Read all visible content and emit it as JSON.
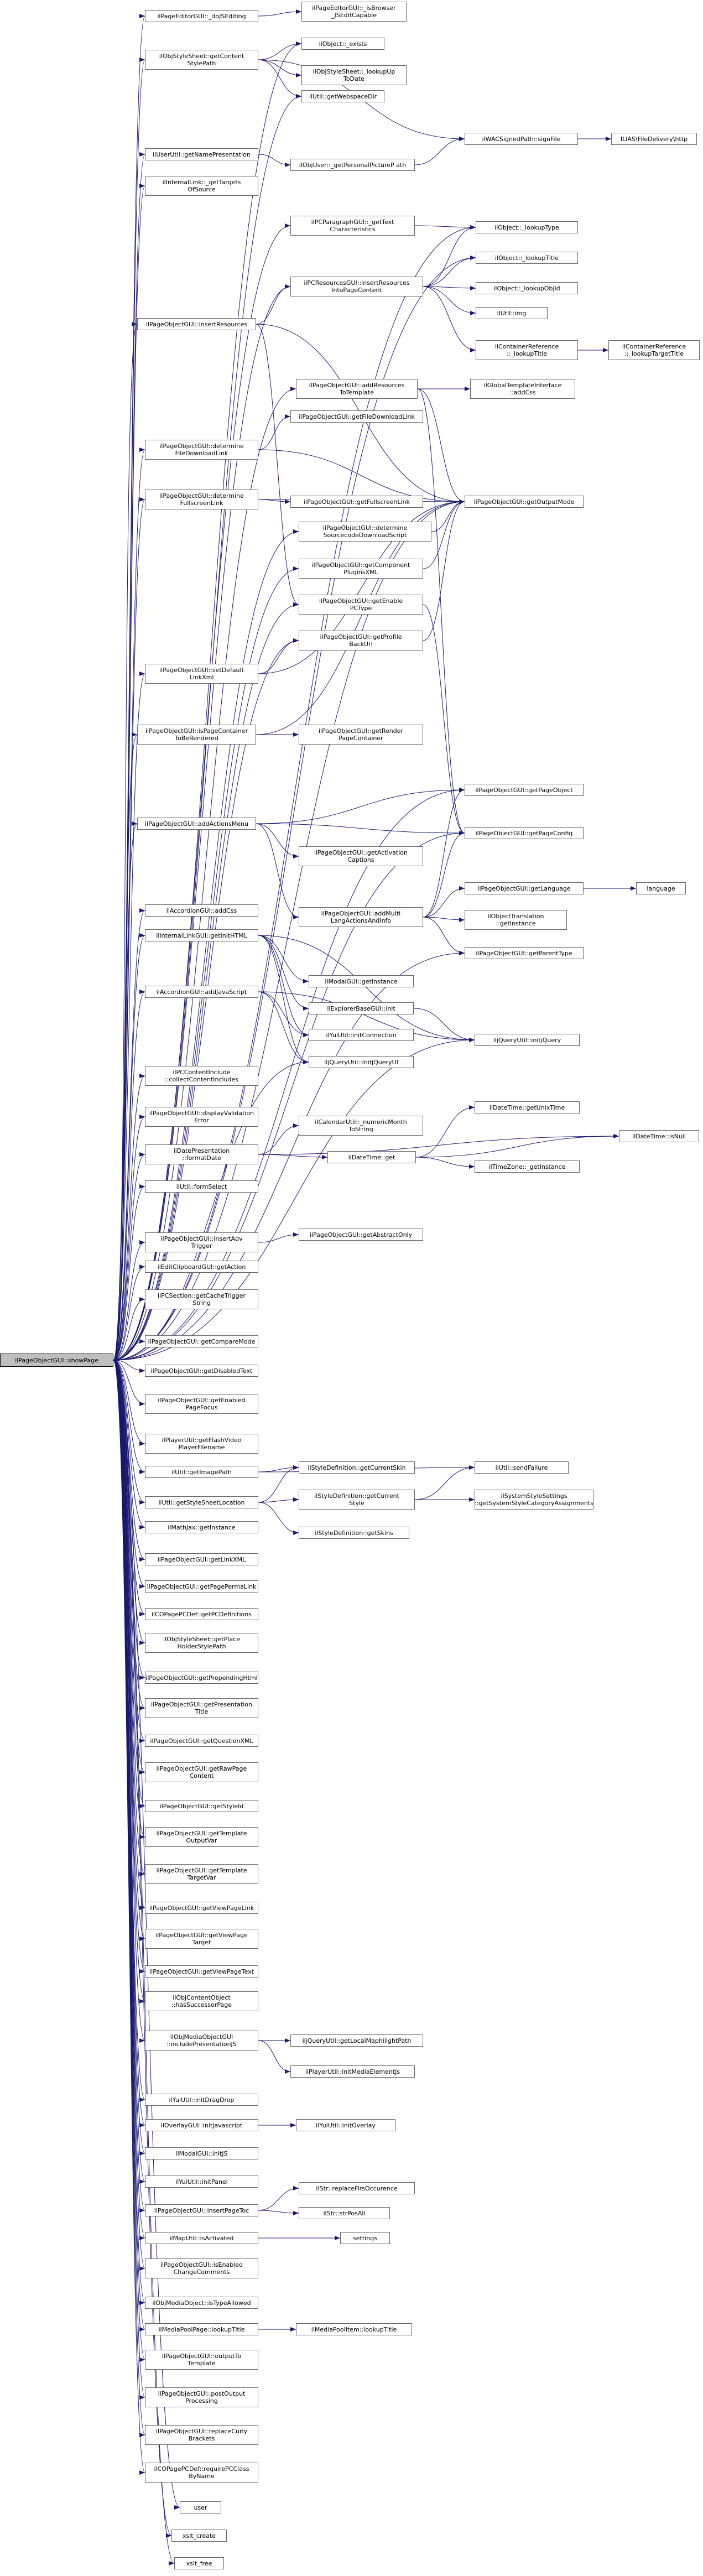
{
  "graph": {
    "colors": {
      "edge": "#191970",
      "node_border": "#666666",
      "root_fill": "#bfbfbf",
      "node_fill": "#ffffff"
    },
    "root": "root",
    "nodes": [
      {
        "id": "root",
        "label": "ilPageObjectGUI::showPage"
      },
      {
        "id": "a1",
        "label": "ilPageEditorGUI::_doJSEditing"
      },
      {
        "id": "a2",
        "label": "ilPageEditorGUI::_isBrowser\n_JSEditCapable"
      },
      {
        "id": "a3",
        "label": "ilObject::_exists"
      },
      {
        "id": "a4",
        "label": "ilObjStyleSheet::getContent\nStylePath"
      },
      {
        "id": "a5",
        "label": "ilObjStyleSheet::_lookupUp\nToDate"
      },
      {
        "id": "a6",
        "label": "ilUtil::getWebspaceDir"
      },
      {
        "id": "a7",
        "label": "ilWACSignedPath::signFile"
      },
      {
        "id": "a8",
        "label": "ILIAS\\FileDelivery\\http"
      },
      {
        "id": "a9",
        "label": "ilUserUtil::getNamePresentation"
      },
      {
        "id": "a10",
        "label": "ilObjUser::_getPersonalPictureP ath"
      },
      {
        "id": "a11",
        "label": "ilInternalLink::_getTargets\nOfSource"
      },
      {
        "id": "a12",
        "label": "ilPCParagraphGUI::_getText\nCharacteristics"
      },
      {
        "id": "a13",
        "label": "ilObject::_lookupType"
      },
      {
        "id": "a14",
        "label": "ilObject::_lookupTitle"
      },
      {
        "id": "a15",
        "label": "ilPCResourcesGUI::insertResources\nIntoPageContent"
      },
      {
        "id": "a16",
        "label": "ilObject::_lookupObjId"
      },
      {
        "id": "a17",
        "label": "ilUtil::img"
      },
      {
        "id": "a18",
        "label": "ilPageObjectGUI::insertResources"
      },
      {
        "id": "a19",
        "label": "ilContainerReference\n::_lookupTitle"
      },
      {
        "id": "a20",
        "label": "ilContainerReference\n::_lookupTargetTitle"
      },
      {
        "id": "a21",
        "label": "ilPageObjectGUI::addResources\nToTemplate"
      },
      {
        "id": "a22",
        "label": "ilGlobalTemplateInterface\n::addCss"
      },
      {
        "id": "a23",
        "label": "ilPageObjectGUI::determine\nFileDownloadLink"
      },
      {
        "id": "a24",
        "label": "ilPageObjectGUI::getFileDownloadLink"
      },
      {
        "id": "a25",
        "label": "ilPageObjectGUI::getOutputMode"
      },
      {
        "id": "a26",
        "label": "ilPageObjectGUI::determine\nFullscreenLink"
      },
      {
        "id": "a27",
        "label": "ilPageObjectGUI::getFullscreenLink"
      },
      {
        "id": "a28",
        "label": "ilPageObjectGUI::determine\nSourcecodeDownloadScript"
      },
      {
        "id": "a29",
        "label": "ilPageObjectGUI::getComponent\nPluginsXML"
      },
      {
        "id": "a30",
        "label": "ilPageObjectGUI::getEnable\nPCType"
      },
      {
        "id": "a31",
        "label": "ilPageObjectGUI::setDefault\nLinkXml"
      },
      {
        "id": "a32",
        "label": "ilPageObjectGUI::getProfile\nBackUrl"
      },
      {
        "id": "a33",
        "label": "ilPageObjectGUI::isPageContainer\nToBeRendered"
      },
      {
        "id": "a34",
        "label": "ilPageObjectGUI::getRender\nPageContainer"
      },
      {
        "id": "a35",
        "label": "ilPageObjectGUI::getPageObject"
      },
      {
        "id": "a36",
        "label": "ilPageObjectGUI::addActionsMenu"
      },
      {
        "id": "a37",
        "label": "ilPageObjectGUI::getPageConfig"
      },
      {
        "id": "a38",
        "label": "ilPageObjectGUI::getActivation\nCaptions"
      },
      {
        "id": "a39",
        "label": "ilPageObjectGUI::getLanguage"
      },
      {
        "id": "a40",
        "label": "language"
      },
      {
        "id": "a41",
        "label": "ilAccordionGUI::addCss"
      },
      {
        "id": "a42",
        "label": "ilPageObjectGUI::addMulti\nLangActionsAndInfo"
      },
      {
        "id": "a43",
        "label": "ilObjectTranslation\n::getInstance"
      },
      {
        "id": "a44",
        "label": "ilPageObjectGUI::getParentType"
      },
      {
        "id": "a45",
        "label": "ilInternalLinkGUI::getInitHTML"
      },
      {
        "id": "a46",
        "label": "ilModalGUI::getInstance"
      },
      {
        "id": "a47",
        "label": "ilAccordionGUI::addJavaScript"
      },
      {
        "id": "a48",
        "label": "ilExplorerBaseGUI::init"
      },
      {
        "id": "a49",
        "label": "iljQueryUtil::initjQuery"
      },
      {
        "id": "a50",
        "label": "ilYuiUtil::initConnection"
      },
      {
        "id": "a51",
        "label": "iljQueryUtil::initjQueryUI"
      },
      {
        "id": "a52",
        "label": "ilPCContentInclude\n::collectContentIncludes"
      },
      {
        "id": "a53",
        "label": "ilPageObjectGUI::displayValidation\nError"
      },
      {
        "id": "a54",
        "label": "ilCalendarUtil::_numericMonth\nToString"
      },
      {
        "id": "a55",
        "label": "ilDatePresentation\n::formatDate"
      },
      {
        "id": "a56",
        "label": "ilDateTime::getUnixTime"
      },
      {
        "id": "a57",
        "label": "ilDateTime::get"
      },
      {
        "id": "a58",
        "label": "ilDateTime::isNull"
      },
      {
        "id": "a59",
        "label": "ilTimeZone::_getInstance"
      },
      {
        "id": "a60",
        "label": "ilUtil::formSelect"
      },
      {
        "id": "a61",
        "label": "ilPageObjectGUI::insertAdv\nTrigger"
      },
      {
        "id": "a62",
        "label": "ilPageObjectGUI::getAbstractOnly"
      },
      {
        "id": "a63",
        "label": "ilEditClipboardGUI::getAction"
      },
      {
        "id": "a64",
        "label": "ilPCSection::getCacheTrigger\nString"
      },
      {
        "id": "a65",
        "label": "ilPageObjectGUI::getCompareMode"
      },
      {
        "id": "a66",
        "label": "ilPageObjectGUI::getDisabledText"
      },
      {
        "id": "a67",
        "label": "ilPageObjectGUI::getEnabled\nPageFocus"
      },
      {
        "id": "a68",
        "label": "ilPlayerUtil::getFlashVideo\nPlayerFilename"
      },
      {
        "id": "a69",
        "label": "ilUtil::getImagePath"
      },
      {
        "id": "a70",
        "label": "ilStyleDefinition::getCurrentSkin"
      },
      {
        "id": "a71",
        "label": "ilUtil::getStyleSheetLocation"
      },
      {
        "id": "a72",
        "label": "ilStyleDefinition::getCurrent\nStyle"
      },
      {
        "id": "a73",
        "label": "ilUtil::sendFailure"
      },
      {
        "id": "a74",
        "label": "ilSystemStyleSettings\n::getSystemStyleCategoryAssignments"
      },
      {
        "id": "a75",
        "label": "ilStyleDefinition::getSkins"
      },
      {
        "id": "a76",
        "label": "ilMathJax::getInstance"
      },
      {
        "id": "a77",
        "label": "ilPageObjectGUI::getLinkXML"
      },
      {
        "id": "a78",
        "label": "ilPageObjectGUI::getPagePermaLink"
      },
      {
        "id": "a79",
        "label": "ilCOPagePCDef::getPCDefinitions"
      },
      {
        "id": "a80",
        "label": "ilObjStyleSheet::getPlace\nHolderStylePath"
      },
      {
        "id": "a81",
        "label": "ilPageObjectGUI::getPrependingHtml"
      },
      {
        "id": "a82",
        "label": "ilPageObjectGUI::getPresentation\nTitle"
      },
      {
        "id": "a83",
        "label": "ilPageObjectGUI::getQuestionXML"
      },
      {
        "id": "a84",
        "label": "ilPageObjectGUI::getRawPage\nContent"
      },
      {
        "id": "a85",
        "label": "ilPageObjectGUI::getStyleId"
      },
      {
        "id": "a86",
        "label": "ilPageObjectGUI::getTemplate\nOutputVar"
      },
      {
        "id": "a87",
        "label": "ilPageObjectGUI::getTemplate\nTargetVar"
      },
      {
        "id": "a88",
        "label": "ilPageObjectGUI::getViewPageLink"
      },
      {
        "id": "a89",
        "label": "ilPageObjectGUI::getViewPage\nTarget"
      },
      {
        "id": "a90",
        "label": "ilPageObjectGUI::getViewPageText"
      },
      {
        "id": "a91",
        "label": "ilObjContentObject\n::hasSuccessorPage"
      },
      {
        "id": "a92",
        "label": "ilObjMediaObjectGUI\n::includePresentationJS"
      },
      {
        "id": "a93",
        "label": "iljQueryUtil::getLocalMaphilightPath"
      },
      {
        "id": "a94",
        "label": "ilPlayerUtil::initMediaElementJs"
      },
      {
        "id": "a95",
        "label": "ilYuiUtil::initDragDrop"
      },
      {
        "id": "a96",
        "label": "ilOverlayGUI::initJavascript"
      },
      {
        "id": "a97",
        "label": "ilYuiUtil::initOverlay"
      },
      {
        "id": "a98",
        "label": "ilModalGUI::initJS"
      },
      {
        "id": "a99",
        "label": "ilYuiUtil::initPanel"
      },
      {
        "id": "a100",
        "label": "ilPageObjectGUI::insertPageToc"
      },
      {
        "id": "a101",
        "label": "ilStr::replaceFirsOccurence"
      },
      {
        "id": "a102",
        "label": "ilStr::strPosAll"
      },
      {
        "id": "a103",
        "label": "ilMapUtil::isActivated"
      },
      {
        "id": "a104",
        "label": "settings"
      },
      {
        "id": "a105",
        "label": "ilPageObjectGUI::isEnabled\nChangeComments"
      },
      {
        "id": "a106",
        "label": "ilObjMediaObject::isTypeAllowed"
      },
      {
        "id": "a107",
        "label": "ilMediaPoolPage::lookupTitle"
      },
      {
        "id": "a108",
        "label": "ilMediaPoolItem::lookupTitle"
      },
      {
        "id": "a109",
        "label": "ilPageObjectGUI::outputTo\nTemplate"
      },
      {
        "id": "a110",
        "label": "ilPageObjectGUI::postOutput\nProcessing"
      },
      {
        "id": "a111",
        "label": "ilPageObjectGUI::replaceCurly\nBrackets"
      },
      {
        "id": "a112",
        "label": "ilCOPagePCDef::requirePCClass\nByName"
      },
      {
        "id": "a113",
        "label": "user"
      },
      {
        "id": "a114",
        "label": "xslt_create"
      },
      {
        "id": "a115",
        "label": "xslt_free"
      }
    ],
    "edges": [
      [
        "root",
        "a1"
      ],
      [
        "root",
        "a3"
      ],
      [
        "root",
        "a4"
      ],
      [
        "root",
        "a6"
      ],
      [
        "root",
        "a9"
      ],
      [
        "root",
        "a11"
      ],
      [
        "root",
        "a12"
      ],
      [
        "root",
        "a13"
      ],
      [
        "root",
        "a14"
      ],
      [
        "root",
        "a15"
      ],
      [
        "root",
        "a18"
      ],
      [
        "root",
        "a21"
      ],
      [
        "root",
        "a23"
      ],
      [
        "root",
        "a25"
      ],
      [
        "root",
        "a26"
      ],
      [
        "root",
        "a28"
      ],
      [
        "root",
        "a29"
      ],
      [
        "root",
        "a30"
      ],
      [
        "root",
        "a31"
      ],
      [
        "root",
        "a32"
      ],
      [
        "root",
        "a33"
      ],
      [
        "root",
        "a35"
      ],
      [
        "root",
        "a36"
      ],
      [
        "root",
        "a37"
      ],
      [
        "root",
        "a41"
      ],
      [
        "root",
        "a44"
      ],
      [
        "root",
        "a45"
      ],
      [
        "root",
        "a47"
      ],
      [
        "root",
        "a49"
      ],
      [
        "root",
        "a51"
      ],
      [
        "root",
        "a52"
      ],
      [
        "root",
        "a53"
      ],
      [
        "root",
        "a55"
      ],
      [
        "root",
        "a60"
      ],
      [
        "root",
        "a61"
      ],
      [
        "root",
        "a63"
      ],
      [
        "root",
        "a64"
      ],
      [
        "root",
        "a65"
      ],
      [
        "root",
        "a66"
      ],
      [
        "root",
        "a67"
      ],
      [
        "root",
        "a68"
      ],
      [
        "root",
        "a69"
      ],
      [
        "root",
        "a71"
      ],
      [
        "root",
        "a76"
      ],
      [
        "root",
        "a77"
      ],
      [
        "root",
        "a78"
      ],
      [
        "root",
        "a79"
      ],
      [
        "root",
        "a80"
      ],
      [
        "root",
        "a81"
      ],
      [
        "root",
        "a82"
      ],
      [
        "root",
        "a83"
      ],
      [
        "root",
        "a84"
      ],
      [
        "root",
        "a85"
      ],
      [
        "root",
        "a86"
      ],
      [
        "root",
        "a87"
      ],
      [
        "root",
        "a88"
      ],
      [
        "root",
        "a89"
      ],
      [
        "root",
        "a90"
      ],
      [
        "root",
        "a91"
      ],
      [
        "root",
        "a92"
      ],
      [
        "root",
        "a95"
      ],
      [
        "root",
        "a96"
      ],
      [
        "root",
        "a98"
      ],
      [
        "root",
        "a99"
      ],
      [
        "root",
        "a100"
      ],
      [
        "root",
        "a103"
      ],
      [
        "root",
        "a105"
      ],
      [
        "root",
        "a106"
      ],
      [
        "root",
        "a107"
      ],
      [
        "root",
        "a109"
      ],
      [
        "root",
        "a110"
      ],
      [
        "root",
        "a111"
      ],
      [
        "root",
        "a112"
      ],
      [
        "root",
        "a113"
      ],
      [
        "root",
        "a114"
      ],
      [
        "root",
        "a115"
      ],
      [
        "a1",
        "a2"
      ],
      [
        "a4",
        "a3"
      ],
      [
        "a4",
        "a5"
      ],
      [
        "a4",
        "a6"
      ],
      [
        "a4",
        "a7"
      ],
      [
        "a7",
        "a8"
      ],
      [
        "a9",
        "a10"
      ],
      [
        "a10",
        "a7"
      ],
      [
        "a12",
        "a13"
      ],
      [
        "a15",
        "a13"
      ],
      [
        "a15",
        "a14"
      ],
      [
        "a15",
        "a16"
      ],
      [
        "a15",
        "a17"
      ],
      [
        "a15",
        "a19"
      ],
      [
        "a19",
        "a20"
      ],
      [
        "a18",
        "a15"
      ],
      [
        "a18",
        "a25"
      ],
      [
        "a18",
        "a30"
      ],
      [
        "a21",
        "a22"
      ],
      [
        "a21",
        "a25"
      ],
      [
        "a21",
        "a37"
      ],
      [
        "a23",
        "a24"
      ],
      [
        "a23",
        "a25"
      ],
      [
        "a26",
        "a27"
      ],
      [
        "a26",
        "a25"
      ],
      [
        "a28",
        "a25"
      ],
      [
        "a29",
        "a25"
      ],
      [
        "a30",
        "a37"
      ],
      [
        "a31",
        "a32"
      ],
      [
        "a31",
        "a25"
      ],
      [
        "a32",
        "a25"
      ],
      [
        "a33",
        "a34"
      ],
      [
        "a33",
        "a25"
      ],
      [
        "a36",
        "a35"
      ],
      [
        "a36",
        "a37"
      ],
      [
        "a36",
        "a38"
      ],
      [
        "a36",
        "a42"
      ],
      [
        "a42",
        "a35"
      ],
      [
        "a42",
        "a37"
      ],
      [
        "a42",
        "a39"
      ],
      [
        "a42",
        "a43"
      ],
      [
        "a42",
        "a44"
      ],
      [
        "a39",
        "a40"
      ],
      [
        "a45",
        "a46"
      ],
      [
        "a45",
        "a48"
      ],
      [
        "a45",
        "a49"
      ],
      [
        "a45",
        "a50"
      ],
      [
        "a45",
        "a51"
      ],
      [
        "a47",
        "a49"
      ],
      [
        "a47",
        "a50"
      ],
      [
        "a47",
        "a51"
      ],
      [
        "a48",
        "a49"
      ],
      [
        "a55",
        "a54"
      ],
      [
        "a55",
        "a57"
      ],
      [
        "a55",
        "a58"
      ],
      [
        "a57",
        "a56"
      ],
      [
        "a57",
        "a58"
      ],
      [
        "a57",
        "a59"
      ],
      [
        "a61",
        "a62"
      ],
      [
        "a69",
        "a70"
      ],
      [
        "a69",
        "a73"
      ],
      [
        "a71",
        "a70"
      ],
      [
        "a71",
        "a72"
      ],
      [
        "a71",
        "a75"
      ],
      [
        "a72",
        "a73"
      ],
      [
        "a72",
        "a74"
      ],
      [
        "a92",
        "a93"
      ],
      [
        "a92",
        "a94"
      ],
      [
        "a96",
        "a97"
      ],
      [
        "a100",
        "a101"
      ],
      [
        "a100",
        "a102"
      ],
      [
        "a103",
        "a104"
      ],
      [
        "a107",
        "a108"
      ]
    ]
  }
}
